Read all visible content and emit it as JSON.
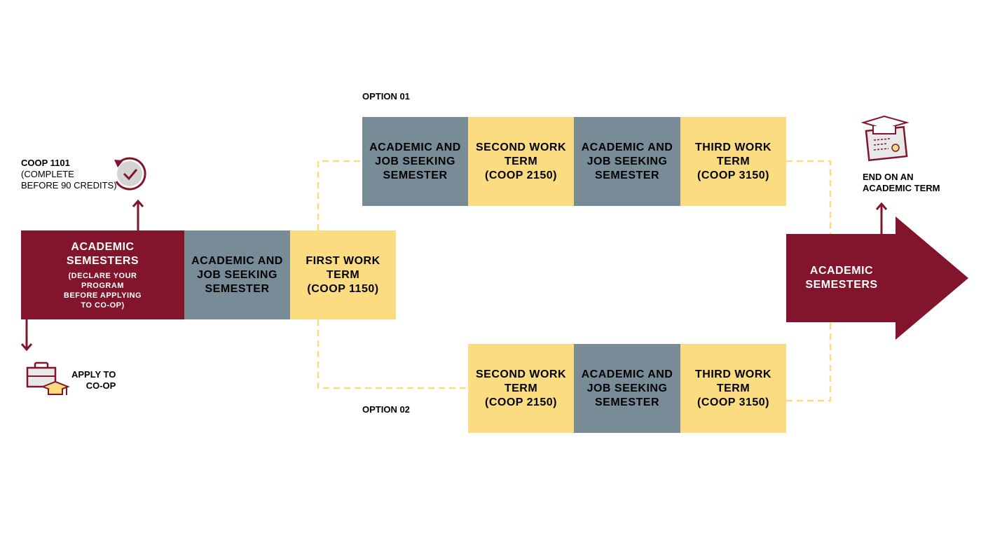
{
  "coop1101": {
    "title": "COOP 1101",
    "line1": "(COMPLETE",
    "line2": "BEFORE 90 CREDITS)"
  },
  "main_row": {
    "academic": {
      "line1": "ACADEMIC",
      "line2": "SEMESTERS",
      "note1": "(DECLARE YOUR",
      "note2": "PROGRAM",
      "note3": "BEFORE APPLYING",
      "note4": "TO CO-OP)"
    },
    "job_seeking": {
      "line1": "ACADEMIC AND",
      "line2": "JOB SEEKING",
      "line3": "SEMESTER"
    },
    "first_work": {
      "line1": "FIRST WORK",
      "line2": "TERM",
      "line3": "(COOP 1150)"
    }
  },
  "apply": {
    "line1": "APPLY TO",
    "line2": "CO-OP"
  },
  "option1": {
    "label": "OPTION 01",
    "boxes": [
      {
        "line1": "ACADEMIC AND",
        "line2": "JOB SEEKING",
        "line3": "SEMESTER"
      },
      {
        "line1": "SECOND WORK",
        "line2": "TERM",
        "line3": "(COOP 2150)"
      },
      {
        "line1": "ACADEMIC AND",
        "line2": "JOB SEEKING",
        "line3": "SEMESTER"
      },
      {
        "line1": "THIRD WORK",
        "line2": "TERM",
        "line3": "(COOP 3150)"
      }
    ]
  },
  "option2": {
    "label": "OPTION 02",
    "boxes": [
      {
        "line1": "SECOND WORK",
        "line2": "TERM",
        "line3": "(COOP 2150)"
      },
      {
        "line1": "ACADEMIC AND",
        "line2": "JOB SEEKING",
        "line3": "SEMESTER"
      },
      {
        "line1": "THIRD WORK",
        "line2": "TERM",
        "line3": "(COOP 3150)"
      }
    ]
  },
  "final_arrow": {
    "line1": "ACADEMIC",
    "line2": "SEMESTERS"
  },
  "end": {
    "line1": "END ON AN",
    "line2": "ACADEMIC TERM"
  },
  "colors": {
    "maroon": "#82152b",
    "slate": "#788c98",
    "gold": "#fbdc80",
    "dashed": "#fbdc80"
  }
}
